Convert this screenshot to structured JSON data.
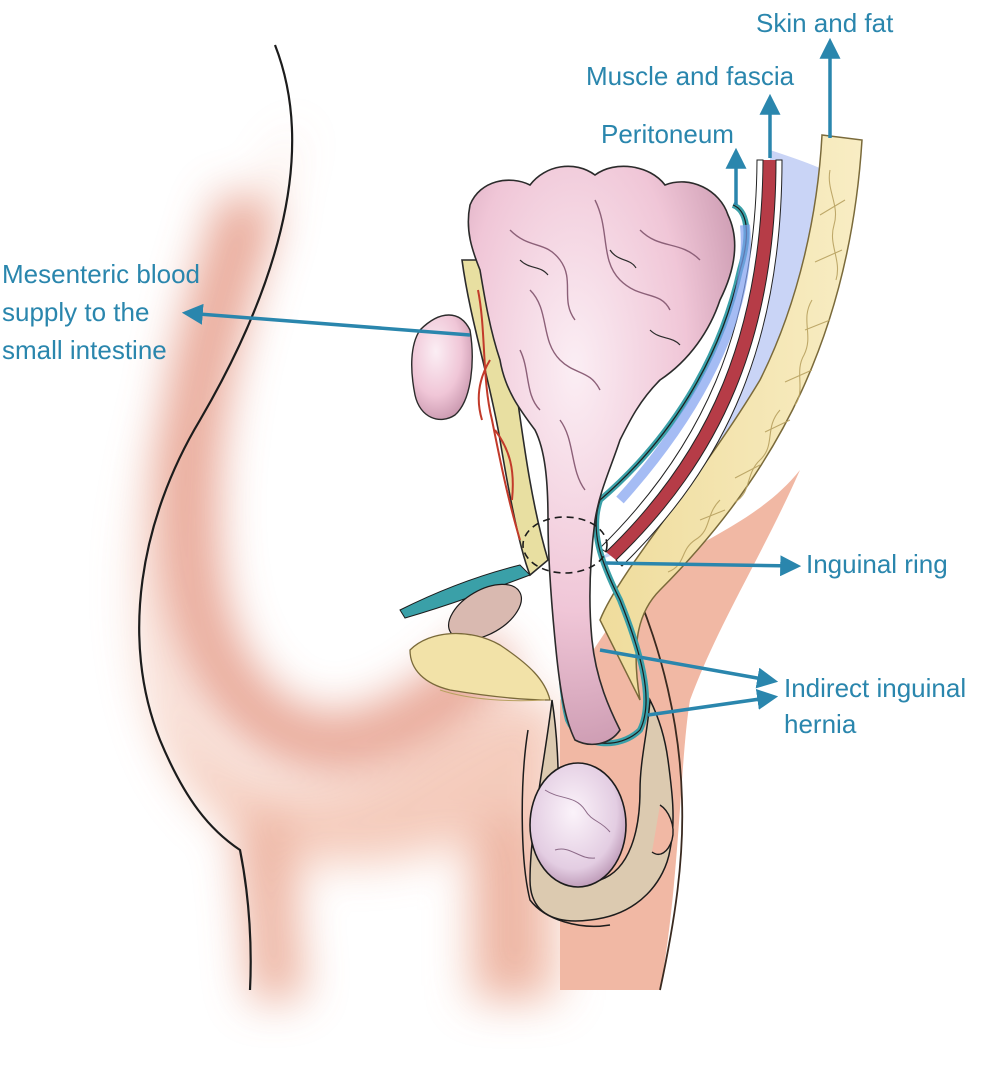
{
  "colors": {
    "label": "#2a86ad",
    "leader": "#2a86ad",
    "body_outline": "#1c1c1c",
    "body_shadow": "#e9a48e",
    "skin_stroke": "#3a2a20",
    "intestine": "#f1c9d9",
    "intestine_shadow": "#b98aa2",
    "fat": "#f2e2a8",
    "mesentery": "#e8dfa1",
    "vessel": "#c23a2a",
    "peritoneum": "#3aa0a8",
    "muscle": "#b63c47",
    "fascia_blue": "#c9d4f6",
    "thigh": "#f1b8a4",
    "testis": "#e8d4e6"
  },
  "labels": {
    "skin_and_fat": "Skin and fat",
    "muscle_and_fascia": "Muscle and fascia",
    "peritoneum": "Peritoneum",
    "mesenteric_line1": "Mesenteric blood",
    "mesenteric_line2": "supply to the",
    "mesenteric_line3": "small intestine",
    "inguinal_ring": "Inguinal ring",
    "hernia_line1": "Indirect inguinal",
    "hernia_line2": "hernia"
  }
}
